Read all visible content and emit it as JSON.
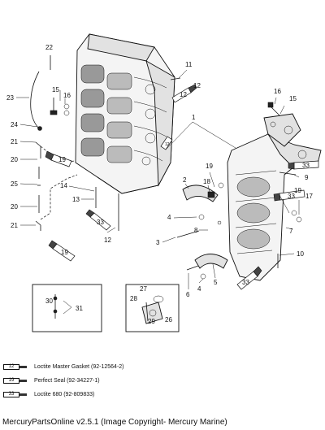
{
  "callouts": [
    "22",
    "23",
    "15",
    "16",
    "24",
    "21",
    "20",
    "25",
    "20",
    "21",
    "11",
    "12",
    "1",
    "14",
    "13",
    "12",
    "16",
    "15",
    "2",
    "19",
    "18",
    "4",
    "8",
    "3",
    "9",
    "19",
    "17",
    "7",
    "10",
    "5",
    "4",
    "6",
    "27",
    "28",
    "29",
    "26",
    "30",
    "31"
  ],
  "tube_labels": {
    "t12a": "12",
    "t19a": "19",
    "t33a": "33",
    "t19b": "19",
    "t33b": "33",
    "t33c": "33",
    "t33d": "33",
    "t12b": "12"
  },
  "legend": [
    {
      "code": "12",
      "text": "Loctite Master Gasket (92-12564-2)"
    },
    {
      "code": "19",
      "text": "Perfect Seal (92-34227-1)"
    },
    {
      "code": "33",
      "text": "Loctite 680 (92-809833)"
    }
  ],
  "footer": "MercuryPartsOnline v2.5.1 (Image Copyright- Mercury Marine)"
}
